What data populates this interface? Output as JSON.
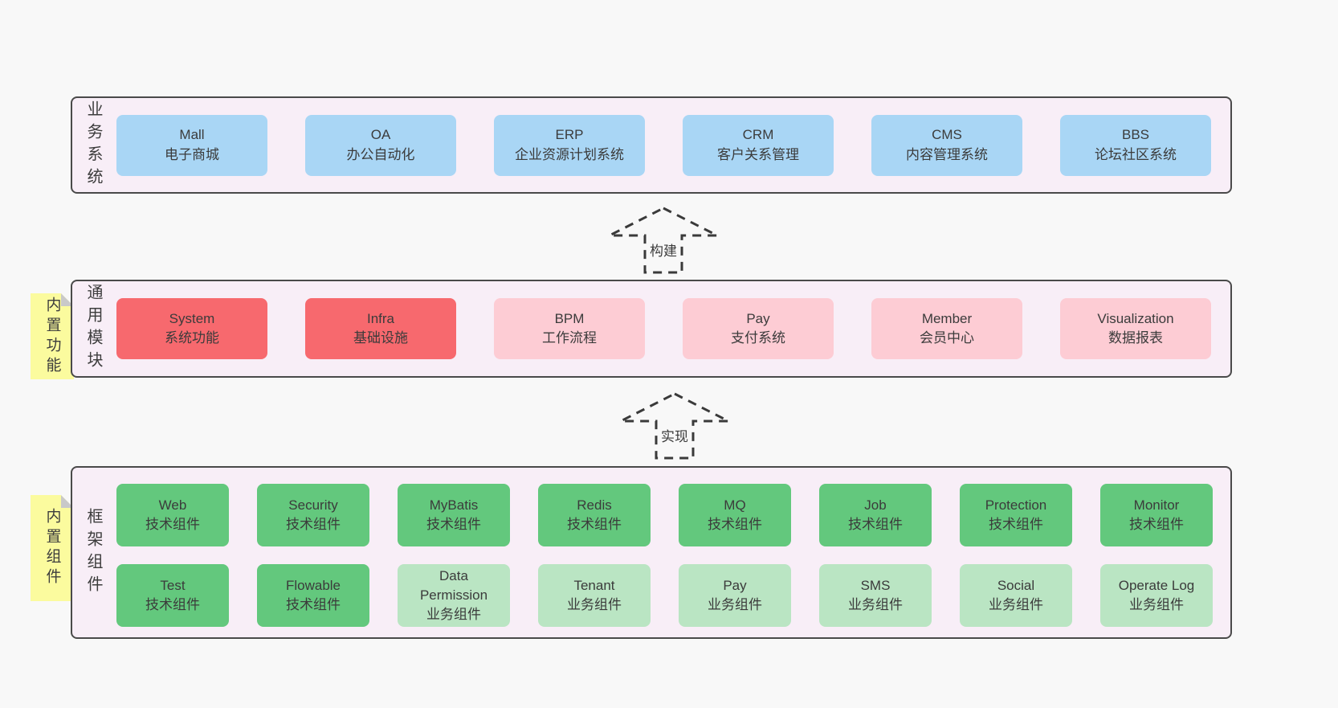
{
  "colors": {
    "container_bg": "#f8eef7",
    "border": "#4a4a4a",
    "blue": "#a9d6f5",
    "red": "#f7696e",
    "pink": "#fdccd4",
    "green_dark": "#63c87d",
    "green_light": "#bae5c3",
    "note_yellow": "#fbfb9e",
    "text": "#3b3b3b"
  },
  "arrows": {
    "build": "构建",
    "implement": "实现"
  },
  "sections": {
    "business": {
      "label": "业务系统",
      "items": [
        {
          "name": "Mall",
          "desc": "电子商城"
        },
        {
          "name": "OA",
          "desc": "办公自动化"
        },
        {
          "name": "ERP",
          "desc": "企业资源计划系统"
        },
        {
          "name": "CRM",
          "desc": "客户关系管理"
        },
        {
          "name": "CMS",
          "desc": "内容管理系统"
        },
        {
          "name": "BBS",
          "desc": "论坛社区系统"
        }
      ]
    },
    "modules": {
      "note": "内置功能",
      "label": "通用模块",
      "items": [
        {
          "name": "System",
          "desc": "系统功能",
          "kind": "built-in"
        },
        {
          "name": "Infra",
          "desc": "基础设施",
          "kind": "built-in"
        },
        {
          "name": "BPM",
          "desc": "工作流程",
          "kind": "optional"
        },
        {
          "name": "Pay",
          "desc": "支付系统",
          "kind": "optional"
        },
        {
          "name": "Member",
          "desc": "会员中心",
          "kind": "optional"
        },
        {
          "name": "Visualization",
          "desc": "数据报表",
          "kind": "optional"
        }
      ]
    },
    "components": {
      "note": "内置组件",
      "label": "框架组件",
      "row1": [
        {
          "name": "Web",
          "desc": "技术组件"
        },
        {
          "name": "Security",
          "desc": "技术组件"
        },
        {
          "name": "MyBatis",
          "desc": "技术组件"
        },
        {
          "name": "Redis",
          "desc": "技术组件"
        },
        {
          "name": "MQ",
          "desc": "技术组件"
        },
        {
          "name": "Job",
          "desc": "技术组件"
        },
        {
          "name": "Protection",
          "desc": "技术组件"
        },
        {
          "name": "Monitor",
          "desc": "技术组件"
        }
      ],
      "row2": [
        {
          "name": "Test",
          "desc": "技术组件"
        },
        {
          "name": "Flowable",
          "desc": "技术组件"
        },
        {
          "name": "Data Permission",
          "desc": "业务组件"
        },
        {
          "name": "Tenant",
          "desc": "业务组件"
        },
        {
          "name": "Pay",
          "desc": "业务组件"
        },
        {
          "name": "SMS",
          "desc": "业务组件"
        },
        {
          "name": "Social",
          "desc": "业务组件"
        },
        {
          "name": "Operate Log",
          "desc": "业务组件"
        }
      ]
    }
  }
}
